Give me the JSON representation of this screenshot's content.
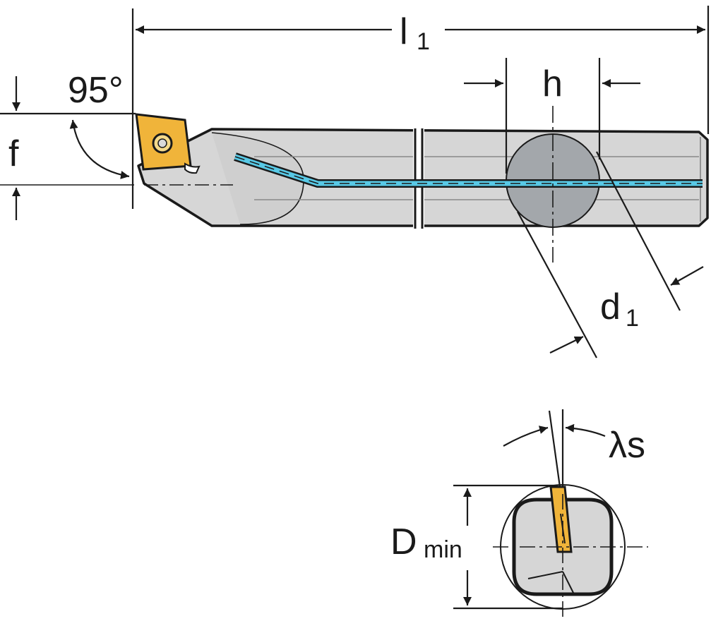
{
  "labels": {
    "l1_main": "l",
    "l1_sub": "1",
    "angle": "95°",
    "f": "f",
    "h": "h",
    "d1_main": "d",
    "d1_sub": "1",
    "lambda": "λs",
    "dmin_main": "D",
    "dmin_sub": "min"
  },
  "colors": {
    "body": "#d6d6d6",
    "body_dark": "#c4c4c4",
    "section": "#a3a7ab",
    "coolant": "#58c9e6",
    "insert": "#f0b43a",
    "outline": "#1a1a1a"
  },
  "icons": {
    "insert": "insert-icon",
    "screw": "screw-icon"
  }
}
